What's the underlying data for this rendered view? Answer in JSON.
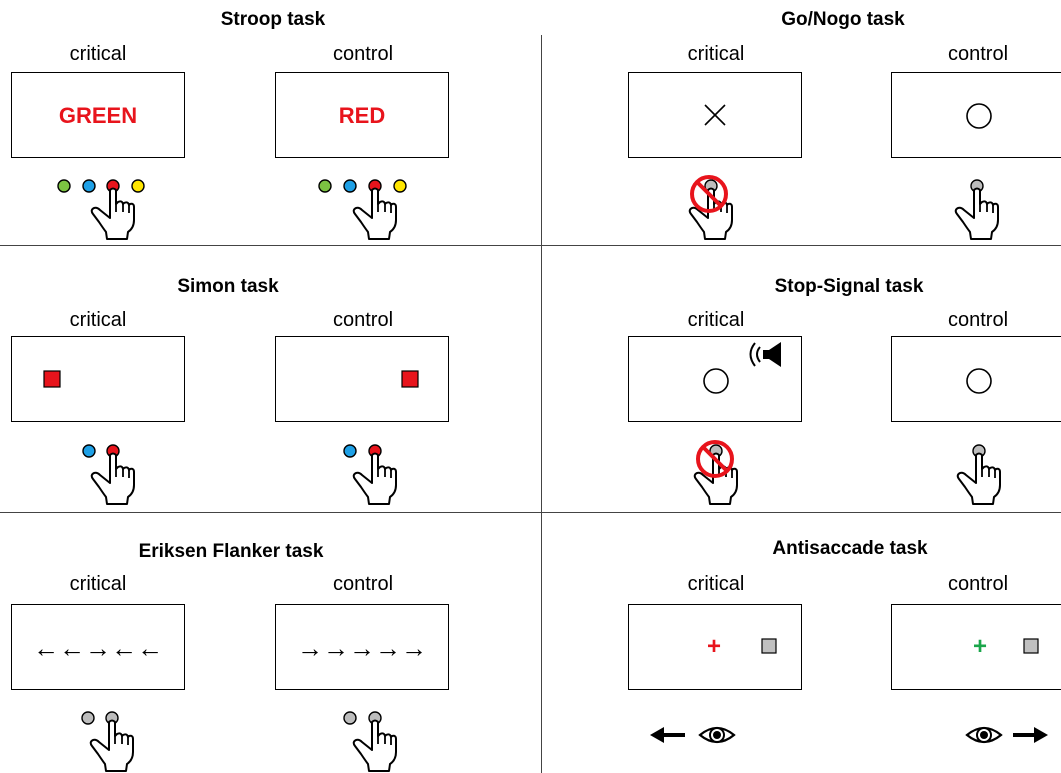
{
  "panels": {
    "stroop": {
      "title": "Stroop task",
      "critical": "critical",
      "control": "control",
      "critical_word": "GREEN",
      "control_word": "RED"
    },
    "gonogo": {
      "title": "Go/Nogo task",
      "critical": "critical",
      "control": "control"
    },
    "simon": {
      "title": "Simon task",
      "critical": "critical",
      "control": "control"
    },
    "stop": {
      "title": "Stop-Signal task",
      "critical": "critical",
      "control": "control"
    },
    "flanker": {
      "title": "Eriksen Flanker task",
      "critical": "critical",
      "control": "control",
      "critical_arrows": "←←→←←",
      "control_arrows": "→→→→→"
    },
    "anti": {
      "title": "Antisaccade task",
      "critical": "critical",
      "control": "control",
      "critical_cue": "+",
      "control_cue": "+"
    }
  },
  "colors": {
    "red": "#e8141c",
    "green_word": "#e8141c",
    "green_key": "#7cc242",
    "blue_key": "#1ea0e6",
    "yellow_key": "#ffe600",
    "gray_key": "#bdbdbd",
    "anti_control_cross": "#1aa64a",
    "target_square": "#c0c0c0"
  },
  "icons": [
    "response-keys",
    "pointing-hand-icon",
    "no-response-icon",
    "speaker-icon",
    "eye-icon",
    "left-arrow-icon",
    "right-arrow-icon",
    "cross-x-icon",
    "circle-icon",
    "square-icon"
  ]
}
